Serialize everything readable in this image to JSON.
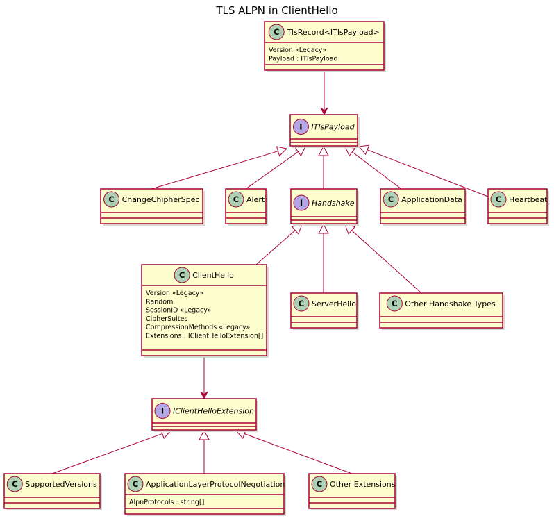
{
  "title": "TLS ALPN in ClientHello",
  "colors": {
    "box_fill": "#FEFECE",
    "border": "#A80036",
    "class_circle": "#ADD1B2",
    "interface_circle": "#B4A7E5"
  },
  "nodes": {
    "tlsrecord": {
      "kind": "class",
      "stereotype": "C",
      "name": "TlsRecord<ITlsPayload>",
      "members": [
        "Version «Legacy»",
        "Payload : ITlsPayload"
      ]
    },
    "itlspayload": {
      "kind": "interface",
      "stereotype": "I",
      "name": "ITlsPayload",
      "members": []
    },
    "changecipherspec": {
      "kind": "class",
      "stereotype": "C",
      "name": "ChangeChipherSpec",
      "members": []
    },
    "alert": {
      "kind": "class",
      "stereotype": "C",
      "name": "Alert",
      "members": []
    },
    "handshake": {
      "kind": "interface",
      "stereotype": "I",
      "name": "Handshake",
      "members": []
    },
    "applicationdata": {
      "kind": "class",
      "stereotype": "C",
      "name": "ApplicationData",
      "members": []
    },
    "heartbeat": {
      "kind": "class",
      "stereotype": "C",
      "name": "Heartbeat",
      "members": []
    },
    "clienthello": {
      "kind": "class",
      "stereotype": "C",
      "name": "ClientHello",
      "members": [
        "Version «Legacy»",
        "Random",
        "SessionID «Legacy»",
        "CipherSuites",
        "CompressionMethods «Legacy»",
        "Extensions : IClientHelloExtension[]"
      ]
    },
    "serverhello": {
      "kind": "class",
      "stereotype": "C",
      "name": "ServerHello",
      "members": []
    },
    "otherhandshake": {
      "kind": "class",
      "stereotype": "C",
      "name": "Other Handshake Types",
      "members": []
    },
    "iclienthelloext": {
      "kind": "interface",
      "stereotype": "I",
      "name": "IClientHelloExtension",
      "members": []
    },
    "supportedversions": {
      "kind": "class",
      "stereotype": "C",
      "name": "SupportedVersions",
      "members": []
    },
    "alpn": {
      "kind": "class",
      "stereotype": "C",
      "name": "ApplicationLayerProtocolNegotiation",
      "members": [
        "AlpnProtocols : string[]"
      ]
    },
    "otherextensions": {
      "kind": "class",
      "stereotype": "C",
      "name": "Other Extensions",
      "members": []
    }
  },
  "edges": [
    {
      "from": "tlsrecord",
      "to": "itlspayload",
      "type": "association"
    },
    {
      "from": "changecipherspec",
      "to": "itlspayload",
      "type": "realization"
    },
    {
      "from": "alert",
      "to": "itlspayload",
      "type": "realization"
    },
    {
      "from": "handshake",
      "to": "itlspayload",
      "type": "realization"
    },
    {
      "from": "applicationdata",
      "to": "itlspayload",
      "type": "realization"
    },
    {
      "from": "heartbeat",
      "to": "itlspayload",
      "type": "realization"
    },
    {
      "from": "clienthello",
      "to": "handshake",
      "type": "realization"
    },
    {
      "from": "serverhello",
      "to": "handshake",
      "type": "realization"
    },
    {
      "from": "otherhandshake",
      "to": "handshake",
      "type": "realization"
    },
    {
      "from": "clienthello",
      "to": "iclienthelloext",
      "type": "association"
    },
    {
      "from": "supportedversions",
      "to": "iclienthelloext",
      "type": "realization"
    },
    {
      "from": "alpn",
      "to": "iclienthelloext",
      "type": "realization"
    },
    {
      "from": "otherextensions",
      "to": "iclienthelloext",
      "type": "realization"
    }
  ]
}
